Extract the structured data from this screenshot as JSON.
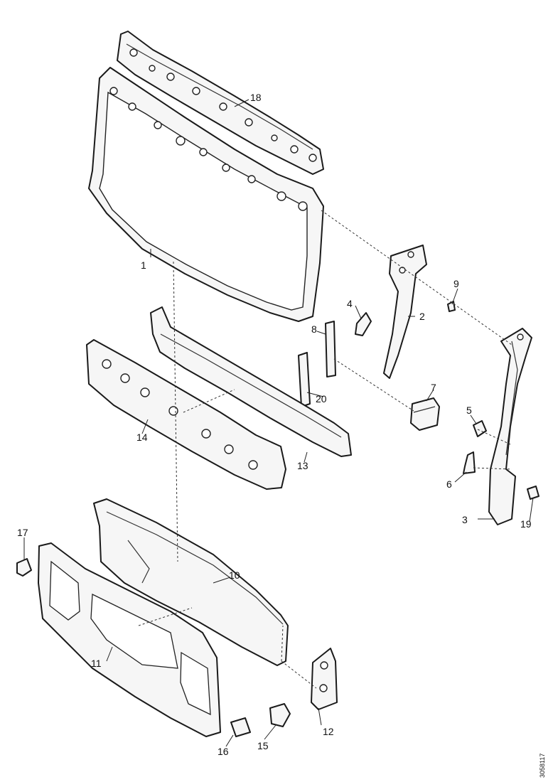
{
  "callouts": {
    "c1": "1",
    "c2": "2",
    "c3": "3",
    "c4": "4",
    "c5": "5",
    "c6": "6",
    "c7": "7",
    "c8": "8",
    "c9": "9",
    "c10": "10",
    "c11": "11",
    "c12": "12",
    "c13": "13",
    "c14": "14",
    "c15": "15",
    "c16": "16",
    "c17": "17",
    "c18": "18",
    "c19": "19",
    "c20": "20"
  },
  "reference_code": "3058117",
  "colors": {
    "line": "#1a1a1a",
    "fill": "#f6f6f6",
    "background": "#ffffff"
  }
}
